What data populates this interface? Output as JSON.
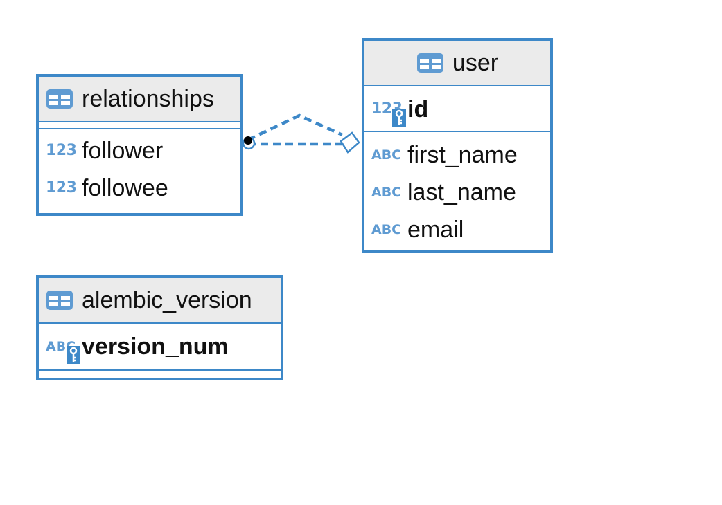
{
  "diagram": {
    "entities": {
      "relationships": {
        "name": "relationships",
        "columns": [
          {
            "name": "follower",
            "type_icon": "123"
          },
          {
            "name": "followee",
            "type_icon": "123"
          }
        ]
      },
      "user": {
        "name": "user",
        "primary_key": {
          "name": "id",
          "type_icon": "123"
        },
        "columns": [
          {
            "name": "first_name",
            "type_icon": "ABC"
          },
          {
            "name": "last_name",
            "type_icon": "ABC"
          },
          {
            "name": "email",
            "type_icon": "ABC"
          }
        ]
      },
      "alembic_version": {
        "name": "alembic_version",
        "primary_key": {
          "name": "version_num",
          "type_icon": "ABC"
        }
      }
    },
    "colors": {
      "accent": "#3d88c8",
      "header_bg": "#ebebeb",
      "type_icon": "#5f9bd2"
    },
    "icons": {
      "table": "table-icon",
      "key": "key-icon"
    }
  }
}
